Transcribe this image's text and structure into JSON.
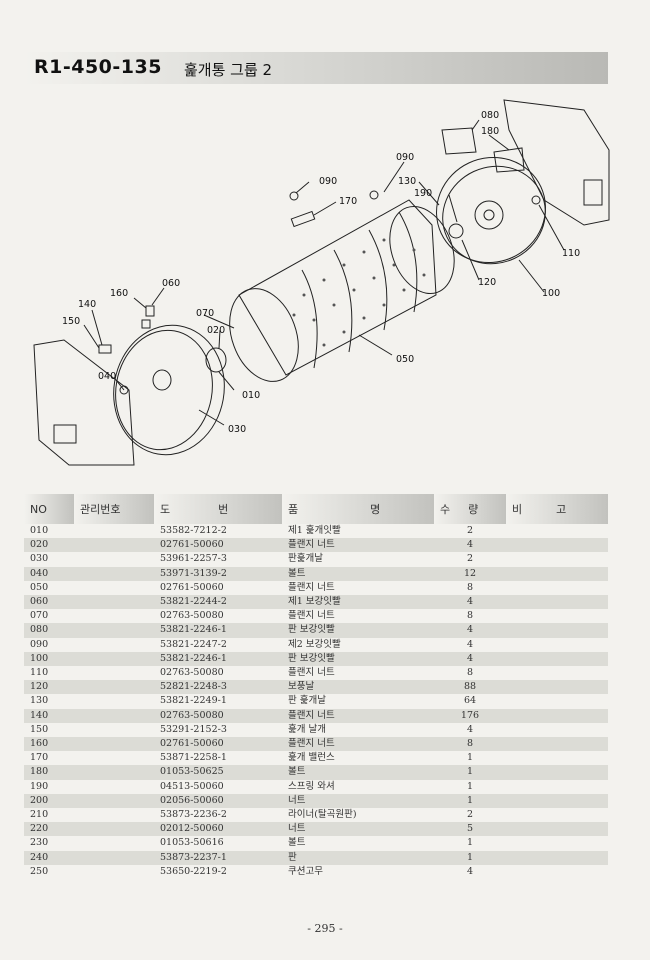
{
  "header": {
    "code": "R1-450-135",
    "title": "훑개통 그룹 2"
  },
  "diagram": {
    "labels": {
      "p080": "080",
      "p180": "180",
      "p090a": "090",
      "p090b": "090",
      "p130": "130",
      "p170": "170",
      "p190": "190",
      "p110": "110",
      "p120": "120",
      "p100": "100",
      "p160": "160",
      "p060": "060",
      "p140": "140",
      "p150": "150",
      "p070": "070",
      "p020": "020",
      "p040": "040",
      "p010": "010",
      "p050": "050",
      "p030": "030"
    }
  },
  "table": {
    "headers": {
      "no": "NO",
      "mgmt": "관리번호",
      "drawing_1": "도",
      "drawing_2": "번",
      "name_1": "품",
      "name_2": "명",
      "qty_1": "수",
      "qty_2": "량",
      "note_1": "비",
      "note_2": "고"
    },
    "rows": [
      {
        "no": "010",
        "mgmt": "",
        "drawing": "53582-7212-2",
        "name": "제1 훑개잇빨",
        "qty": "2",
        "note": ""
      },
      {
        "no": "020",
        "mgmt": "",
        "drawing": "02761-50060",
        "name": "플랜지 너트",
        "qty": "4",
        "note": ""
      },
      {
        "no": "030",
        "mgmt": "",
        "drawing": "53961-2257-3",
        "name": "판훑개날",
        "qty": "2",
        "note": ""
      },
      {
        "no": "040",
        "mgmt": "",
        "drawing": "53971-3139-2",
        "name": "볼트",
        "qty": "12",
        "note": ""
      },
      {
        "no": "050",
        "mgmt": "",
        "drawing": "02761-50060",
        "name": "플랜지 너트",
        "qty": "8",
        "note": ""
      },
      {
        "no": "060",
        "mgmt": "",
        "drawing": "53821-2244-2",
        "name": "제1 보강잇빨",
        "qty": "4",
        "note": ""
      },
      {
        "no": "070",
        "mgmt": "",
        "drawing": "02763-50080",
        "name": "플랜지 너트",
        "qty": "8",
        "note": ""
      },
      {
        "no": "080",
        "mgmt": "",
        "drawing": "53821-2246-1",
        "name": "판 보강잇빨",
        "qty": "4",
        "note": ""
      },
      {
        "no": "090",
        "mgmt": "",
        "drawing": "53821-2247-2",
        "name": "제2 보강잇빨",
        "qty": "4",
        "note": ""
      },
      {
        "no": "100",
        "mgmt": "",
        "drawing": "53821-2246-1",
        "name": "판 보강잇빨",
        "qty": "4",
        "note": ""
      },
      {
        "no": "110",
        "mgmt": "",
        "drawing": "02763-50080",
        "name": "플랜지 너트",
        "qty": "8",
        "note": ""
      },
      {
        "no": "120",
        "mgmt": "",
        "drawing": "52821-2248-3",
        "name": "보풍날",
        "qty": "88",
        "note": ""
      },
      {
        "no": "130",
        "mgmt": "",
        "drawing": "53821-2249-1",
        "name": "판 훑개날",
        "qty": "64",
        "note": ""
      },
      {
        "no": "140",
        "mgmt": "",
        "drawing": "02763-50080",
        "name": "플랜지 너트",
        "qty": "176",
        "note": ""
      },
      {
        "no": "150",
        "mgmt": "",
        "drawing": "53291-2152-3",
        "name": "훑개 날개",
        "qty": "4",
        "note": ""
      },
      {
        "no": "160",
        "mgmt": "",
        "drawing": "02761-50060",
        "name": "플랜지 너트",
        "qty": "8",
        "note": ""
      },
      {
        "no": "170",
        "mgmt": "",
        "drawing": "53871-2258-1",
        "name": "훑개 밸런스",
        "qty": "1",
        "note": ""
      },
      {
        "no": "180",
        "mgmt": "",
        "drawing": "01053-50625",
        "name": "볼트",
        "qty": "1",
        "note": ""
      },
      {
        "no": "190",
        "mgmt": "",
        "drawing": "04513-50060",
        "name": "스프링 와셔",
        "qty": "1",
        "note": ""
      },
      {
        "no": "200",
        "mgmt": "",
        "drawing": "02056-50060",
        "name": "너트",
        "qty": "1",
        "note": ""
      },
      {
        "no": "210",
        "mgmt": "",
        "drawing": "53873-2236-2",
        "name": "라이너(탈곡원판)",
        "qty": "2",
        "note": ""
      },
      {
        "no": "220",
        "mgmt": "",
        "drawing": "02012-50060",
        "name": "너트",
        "qty": "5",
        "note": ""
      },
      {
        "no": "230",
        "mgmt": "",
        "drawing": "01053-50616",
        "name": "볼트",
        "qty": "1",
        "note": ""
      },
      {
        "no": "240",
        "mgmt": "",
        "drawing": "53873-2237-1",
        "name": "판",
        "qty": "1",
        "note": ""
      },
      {
        "no": "250",
        "mgmt": "",
        "drawing": "53650-2219-2",
        "name": "쿠션고무",
        "qty": "4",
        "note": ""
      }
    ]
  },
  "footer": {
    "page": "- 295 -"
  }
}
